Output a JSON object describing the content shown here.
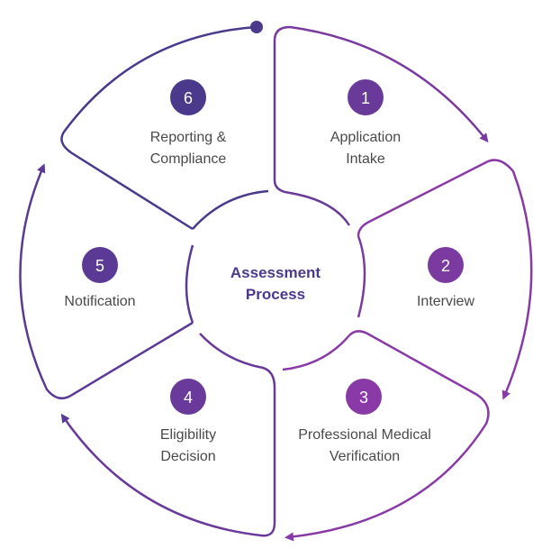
{
  "center": {
    "line1": "Assessment",
    "line2": "Process"
  },
  "colors": {
    "purple_dark": "#4b3a8c",
    "purple_mid": "#6a3a9a",
    "purple_light": "#8a3aa6",
    "text": "#4a4a4a"
  },
  "steps": [
    {
      "number": "1",
      "line1": "Application",
      "line2": "Intake",
      "color": "#6a3a9a"
    },
    {
      "number": "2",
      "line1": "Interview",
      "line2": "",
      "color": "#7b3aa0"
    },
    {
      "number": "3",
      "line1": "Professional Medical",
      "line2": "Verification",
      "color": "#8a3aa6"
    },
    {
      "number": "4",
      "line1": "Eligibility",
      "line2": "Decision",
      "color": "#6a3a9a"
    },
    {
      "number": "5",
      "line1": "Notification",
      "line2": "",
      "color": "#5a3a94"
    },
    {
      "number": "6",
      "line1": "Reporting &",
      "line2": "Compliance",
      "color": "#4b3a8c"
    }
  ]
}
